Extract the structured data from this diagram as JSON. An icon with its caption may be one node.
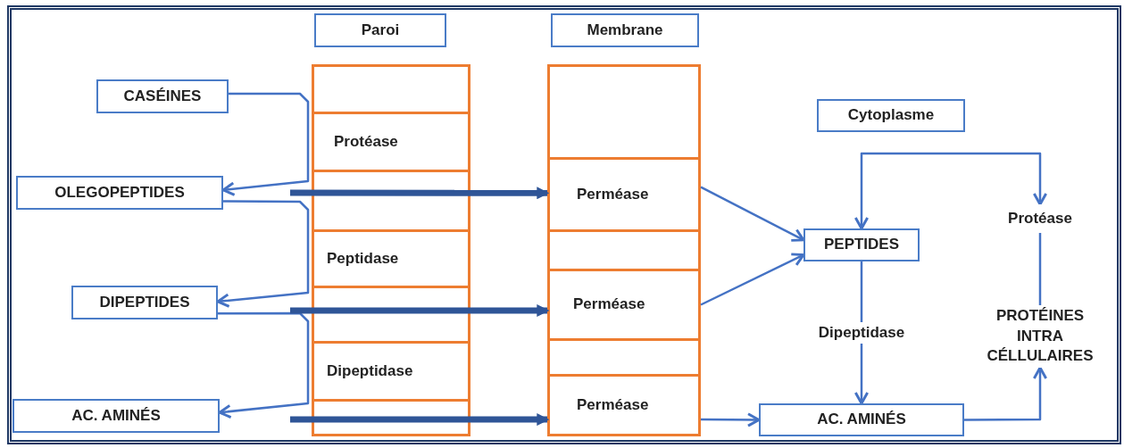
{
  "diagram": {
    "nodes": [
      {
        "text": [
          "Paroi"
        ]
      },
      {
        "text": [
          "Membrane"
        ]
      },
      {
        "text": [
          "CASÉINES"
        ]
      },
      {
        "text": [
          "OLEGOPEPTIDES"
        ]
      },
      {
        "text": [
          "DIPEPTIDES"
        ]
      },
      {
        "text": [
          "AC. AMINÉS"
        ]
      },
      {
        "text": [],
        "shape": "box"
      },
      {
        "text": [
          "Protéase"
        ]
      },
      {
        "text": [],
        "shape": "box"
      },
      {
        "text": [
          "Peptidase"
        ]
      },
      {
        "text": [],
        "shape": "box"
      },
      {
        "text": [
          "Dipeptidase"
        ]
      },
      {
        "text": [],
        "shape": "box"
      },
      {
        "text": [],
        "shape": "box"
      },
      {
        "text": [
          "Perméase"
        ]
      },
      {
        "text": [],
        "shape": "box"
      },
      {
        "text": [
          "Perméase"
        ]
      },
      {
        "text": [],
        "shape": "box"
      },
      {
        "text": [
          "Perméase"
        ]
      },
      {
        "text": [
          "Cytoplasme"
        ]
      },
      {
        "text": [
          "PEPTIDES"
        ]
      },
      {
        "text": [
          "Protéase"
        ]
      },
      {
        "text": [
          "PROTÉINES INTRA CÉLLULAIRES"
        ]
      },
      {
        "text": [
          "AC. AMINÉS"
        ]
      }
    ],
    "edges": [
      {
        "from": 2,
        "to": 3,
        "arrow": "to"
      },
      {
        "from": 3,
        "to": 4,
        "arrow": "to"
      },
      {
        "from": 4,
        "to": 5,
        "arrow": "to"
      },
      {
        "from": null,
        "to": 14,
        "arrow": "to",
        "style": "thick",
        "color": "#2f5597"
      },
      {
        "from": null,
        "to": 16,
        "arrow": "to",
        "style": "thick",
        "color": "#2f5597"
      },
      {
        "from": null,
        "to": 18,
        "arrow": "to",
        "style": "thick",
        "color": "#2f5597"
      },
      {
        "from": 14,
        "to": 20,
        "arrow": "to"
      },
      {
        "from": 16,
        "to": 20,
        "arrow": "to"
      },
      {
        "from": 18,
        "to": 23,
        "arrow": "to"
      },
      {
        "from": 20,
        "to": 23,
        "arrow": "to",
        "label": "Dipeptidase"
      },
      {
        "from": 23,
        "to": 22,
        "arrow": "to"
      },
      {
        "from": 22,
        "to": 21,
        "arrow": "none"
      },
      {
        "from": 20,
        "to": 21,
        "arrow": "both"
      }
    ]
  }
}
